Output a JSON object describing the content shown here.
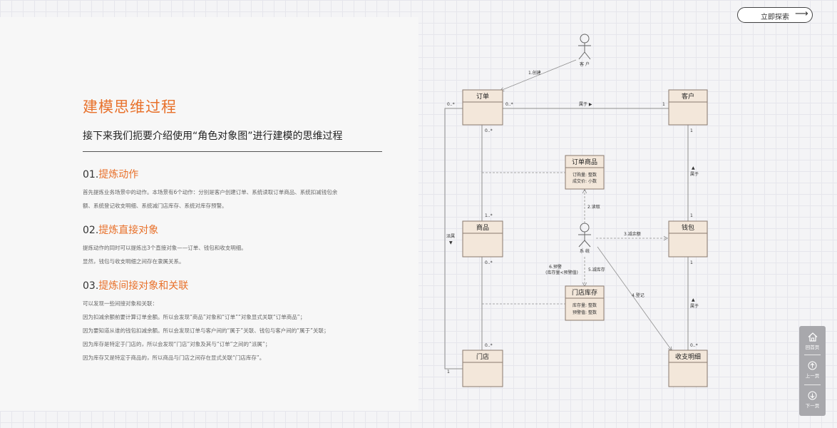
{
  "header": {
    "explore_label": "立即探索",
    "explore_arrow": "⟶"
  },
  "intro": {
    "title": "建模思维过程",
    "subtitle": "接下来我们扼要介绍使用“角色对象图”进行建模的思维过程"
  },
  "sections": [
    {
      "number": "01.",
      "title": "提炼动作",
      "lines": [
        "首先提炼业务场景中的动作。本场景有6个动作：分别是客户创建订单、系统读取订单商品、系统扣减钱包余",
        "额、系统登记收支明细、系统减门店库存、系统对库存预警。"
      ]
    },
    {
      "number": "02.",
      "title": "提炼直接对象",
      "lines": [
        "提炼动作的同时可以提炼出3个直接对象——订单、钱包和收支明细。",
        "显然，钱包与收支明细之间存在隶属关系。"
      ]
    },
    {
      "number": "03.",
      "title": "提炼间接对象和关联",
      "lines": [
        "可以发现一些间接对象和关联：",
        "因为扣减余额前要计算订单金额。所以会发现“商品”对象和“订单”“对象显式关联“订单商品”；",
        "因为要知道从谁的钱包扣减余额。所以会发现订单与客户间的“属于”关联、钱包与客户间的“属于”关联；",
        "因为库存是特定于门店的，所以会发现“门店”对象及其与“订单”之间的“派属”；",
        "因为库存又是特定于商品的，所以商品与门店之间存在显式关联“门店库存”。"
      ]
    }
  ],
  "nav": {
    "home": "回首页",
    "prev": "上一页",
    "next": "下一页"
  },
  "diagram": {
    "classes": {
      "order": {
        "name": "订单",
        "attrs": []
      },
      "customer": {
        "name": "客户",
        "attrs": []
      },
      "order_item": {
        "name": "订单商品",
        "attrs": [
          "订购量: 整数",
          "成交价: 小数"
        ]
      },
      "product": {
        "name": "商品",
        "attrs": []
      },
      "wallet": {
        "name": "钱包",
        "attrs": []
      },
      "store_stock": {
        "name": "门店库存",
        "attrs": [
          "库存量: 整数",
          "预警值: 整数"
        ]
      },
      "store": {
        "name": "门店",
        "attrs": []
      },
      "ledger": {
        "name": "收支明细",
        "attrs": []
      }
    },
    "actors": {
      "customer": "客 户",
      "system": "系 统"
    },
    "edge_labels": {
      "create": "1.创建",
      "belongs_to": "属于 ▶",
      "read": "2.读取",
      "deduct": "3.减余额",
      "register": "4.登记",
      "reduce_stock": "5.减库存",
      "warn": "6.预警",
      "warn_cond": "(库存量<预警值)",
      "belongs_a": "属于",
      "belongs_b": "属于",
      "up_a": "▲",
      "up_b": "▲",
      "assign": "派属",
      "assign_arrow": "▼"
    },
    "multiplicities": {
      "order_left": "0..*",
      "order_right": "0..*",
      "customer_left": "1",
      "order_bottom": "0..*",
      "customer_bottom": "1",
      "product_top": "1..*",
      "product_bottom": "0..*",
      "wallet_top": "1",
      "wallet_bottom": "1",
      "store_top": "0..*",
      "store_left": "1",
      "ledger_top": "0..*"
    }
  }
}
